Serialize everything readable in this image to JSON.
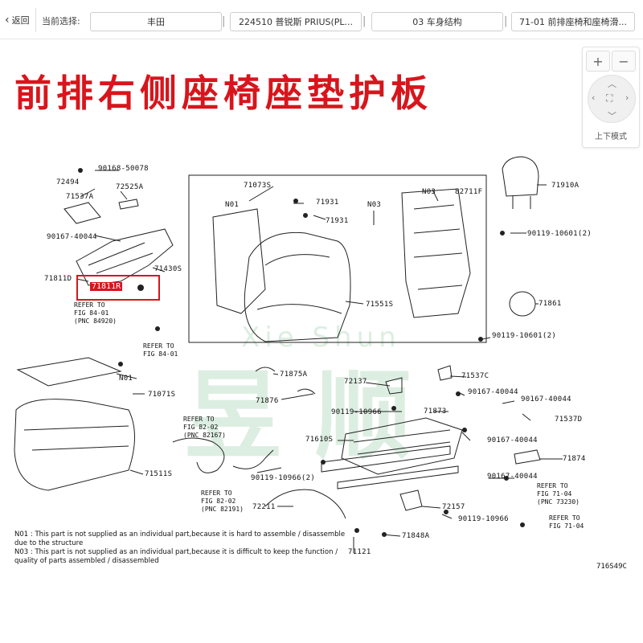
{
  "toolbar": {
    "back_label": "返回",
    "current_label": "当前选择:",
    "crumbs": [
      "丰田",
      "224510 普锐斯 PRIUS(PL...",
      "03 车身结构",
      "71-01 前排座椅和座椅滑..."
    ]
  },
  "page_title": "前排右侧座椅座垫护板",
  "zoom": {
    "zoom_in": "+",
    "zoom_out": "−",
    "mode_label": "上下模式"
  },
  "highlighted_part": "71811R",
  "watermark": {
    "cn": "昱  顺",
    "en": "Xie  Shun"
  },
  "parts": {
    "p90168": "90168-50078",
    "p72494": "72494",
    "p71537A": "71537A",
    "p72525A": "72525A",
    "p90167_a": "90167-40044",
    "p71811D": "71811D",
    "p71430S": "71430S",
    "p71073S": "71073S",
    "pN01a": "N01",
    "p71931a": "71931",
    "p71931b": "71931",
    "pN03a": "N03",
    "pN03b": "N03",
    "p82711F": "82711F",
    "p71910A": "71910A",
    "p90119_a": "90119-10601(2)",
    "p71551S": "71551S",
    "p71861": "71861",
    "p90119_b": "90119-10601(2)",
    "pN01b": "N01",
    "p71071S": "71071S",
    "p71875A": "71875A",
    "p71876": "71876",
    "p72137": "72137",
    "p71537C": "71537C",
    "p90167_b": "90167-40044",
    "p90167_c": "90167-40044",
    "p90119_c": "90119-10966",
    "p71873": "71873",
    "p71537D": "71537D",
    "p71610S": "71610S",
    "p90167_d": "90167-40044",
    "p71874": "71874",
    "p90167_e": "90167-40044",
    "p71511S": "71511S",
    "p90119_d": "90119-10966(2)",
    "p72211": "72211",
    "p72157": "72157",
    "p90119_e": "90119-10966",
    "p71848A": "71848A",
    "p71121": "71121"
  },
  "refs": {
    "r1": "REFER TO\nFIG 84-01\n(PNC 84920)",
    "r2": "REFER TO\nFIG 84-01",
    "r3": "REFER TO\nFIG 82-02\n(PNC 82167)",
    "r4": "REFER TO\nFIG 82-02\n(PNC 82191)",
    "r5": "REFER TO\nFIG 71-04\n(PNC 73230)",
    "r6": "REFER TO\nFIG 71-04"
  },
  "notes": [
    "N01 : This part is not supplied as an individual part,because it is hard to assemble / disassemble",
    "         due to the structure",
    "N03 : This part is not supplied as an individual part,because it is difficult to keep the function /",
    "         quality of parts assembled / disassembled"
  ],
  "figure_code": "716S49C"
}
